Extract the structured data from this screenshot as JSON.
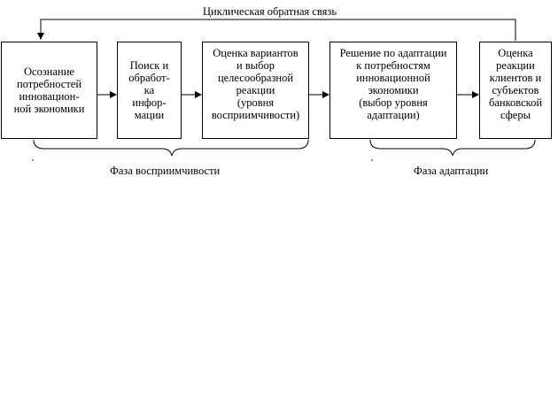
{
  "diagram": {
    "feedback_label": "Циклическая обратная связь",
    "boxes": [
      {
        "text": "Осознание\nпотребностей\nинновацион-\nной экономики"
      },
      {
        "text": "Поиск и\nобработ-\nка\nинфор-\nмации"
      },
      {
        "text": "Оценка вариантов\nи выбор\nцелесообразной\nреакции\n(уровня\nвосприимчивости)"
      },
      {
        "text": "Решение по адаптации\nк потребностям\nинновационной\nэкономики\n(выбор уровня\nадаптации)"
      },
      {
        "text": "Оценка\nреакции\nклиентов и\nсубъектов\nбанковской\nсферы"
      }
    ],
    "phases": [
      {
        "label": "Фаза восприимчивости"
      },
      {
        "label": "Фаза адаптации"
      }
    ]
  }
}
